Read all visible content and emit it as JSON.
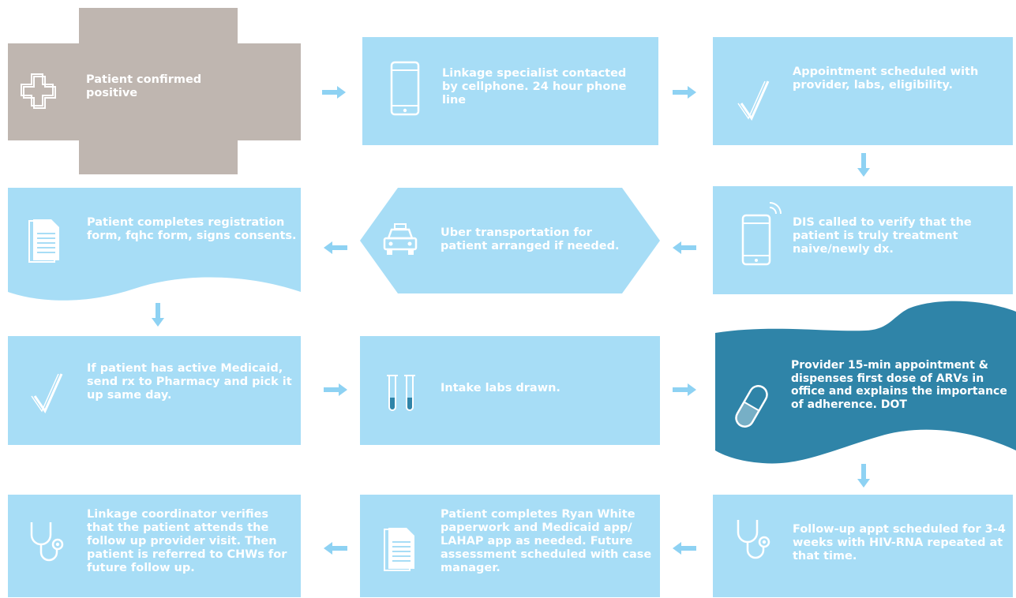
{
  "colors": {
    "light": "#a7ddf6",
    "tan": "#bfb6b0",
    "dark": "#2f84a8",
    "arrow": "#8ed2f3",
    "text": "#ffffff"
  },
  "steps": [
    {
      "id": "s1",
      "text": "Patient confirmed positive",
      "icon": "medical-cross-icon"
    },
    {
      "id": "s2",
      "text": "Linkage specialist contacted by cellphone. 24 hour phone line",
      "icon": "cellphone-icon"
    },
    {
      "id": "s3",
      "text": "Appointment scheduled with provider, labs, eligibility.",
      "icon": "checkmark-icon"
    },
    {
      "id": "s4",
      "text": "DIS called to verify that the patient is truly treatment naive/newly dx.",
      "icon": "phone-ringing-icon"
    },
    {
      "id": "s5",
      "text": "Uber transportation for patient arranged if needed.",
      "icon": "car-icon"
    },
    {
      "id": "s6",
      "text": "Patient completes registration form, fqhc form, signs consents.",
      "icon": "document-icon"
    },
    {
      "id": "s7",
      "text": "If patient has active Medicaid, send rx to Pharmacy and pick it up same day.",
      "icon": "checkmark-icon"
    },
    {
      "id": "s8",
      "text": "Intake labs drawn.",
      "icon": "test-tubes-icon"
    },
    {
      "id": "s9",
      "text": "Provider 15-min appointment & dispenses first dose of ARVs in office and explains the importance of adherence. DOT",
      "icon": "pill-capsule-icon"
    },
    {
      "id": "s10",
      "text": "Follow-up appt scheduled for 3-4 weeks with HIV-RNA repeated at that time.",
      "icon": "stethoscope-icon"
    },
    {
      "id": "s11",
      "text": "Patient completes Ryan White paperwork and Medicaid app/ LAHAP app as needed. Future assessment scheduled with case manager.",
      "icon": "document-icon"
    },
    {
      "id": "s12",
      "text": "Linkage coordinator verifies that the patient attends the follow up provider visit. Then patient is referred to CHWs for future follow up.",
      "icon": "stethoscope-icon"
    }
  ]
}
